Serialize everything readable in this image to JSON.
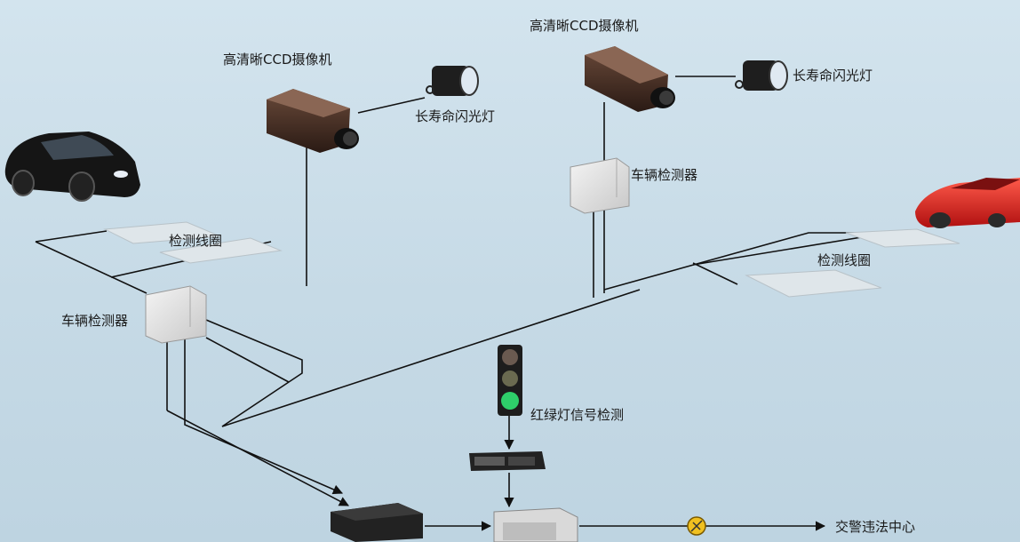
{
  "labels": {
    "camera_left": "高清晰CCD摄像机",
    "camera_right": "高清晰CCD摄像机",
    "flash_left": "长寿命闪光灯",
    "flash_right": "长寿命闪光灯",
    "loop_left": "检测线圈",
    "loop_right": "检测线圈",
    "detector_left": "车辆检测器",
    "detector_right": "车辆检测器",
    "signal_detect": "红绿灯信号检测",
    "traffic_center": "交警违法中心"
  }
}
